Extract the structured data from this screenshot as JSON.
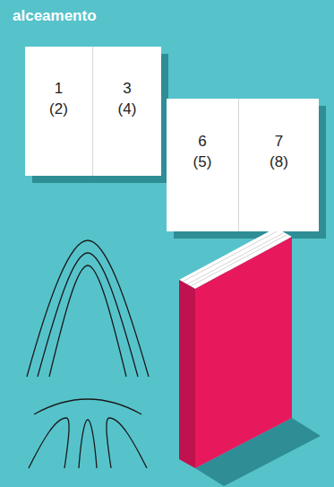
{
  "diagram": {
    "title": "alceamento",
    "nodes": [
      {
        "text": [
          "1",
          "(2)"
        ]
      },
      {
        "text": [
          "3",
          "(4)"
        ]
      },
      {
        "text": [
          "6",
          "(5)"
        ]
      },
      {
        "text": [
          "7",
          "(8)"
        ]
      }
    ]
  }
}
